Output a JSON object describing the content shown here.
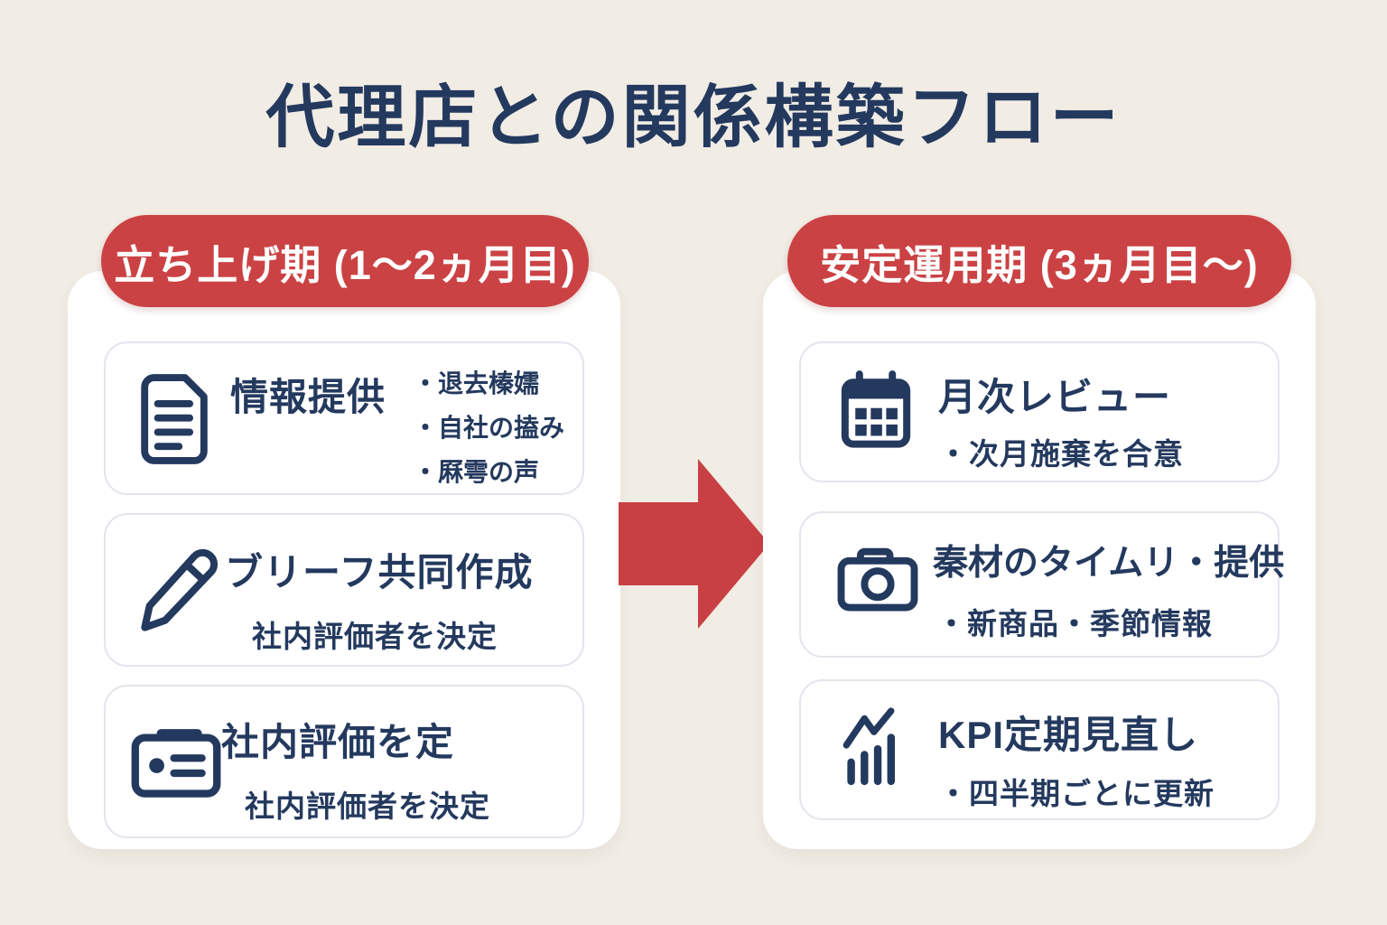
{
  "title": "代理店との関係構築フロー",
  "colors": {
    "accent_red": "#cb4244",
    "text_navy": "#24395e",
    "background": "#f1ece4",
    "card_border": "#e4e4ec"
  },
  "left": {
    "header": "立ち上げ期 (1〜2ヵ月目)",
    "cards": [
      {
        "icon": "document-icon",
        "title": "情報提供",
        "bullets": [
          "・退去榛嬬",
          "・自社の搕み",
          "・厤雩の声"
        ]
      },
      {
        "icon": "pencil-icon",
        "title": "ブリーフ共同作成",
        "subtitle": "社内評価者を決定"
      },
      {
        "icon": "id-card-icon",
        "title": "社内評価を定",
        "subtitle": "社内評価者を決定"
      }
    ]
  },
  "right": {
    "header": "安定運用期 (3ヵ月目〜)",
    "cards": [
      {
        "icon": "calendar-icon",
        "title": "月次レビュー",
        "subtitle": "・次月施棄を合意"
      },
      {
        "icon": "camera-icon",
        "title": "秦材のタイムリ・提供",
        "subtitle": "・新商品・季節情報"
      },
      {
        "icon": "chart-icon",
        "title": "KPI定期見直し",
        "subtitle": "・四半期ごとに更新"
      }
    ]
  },
  "arrow": {
    "direction": "right",
    "color": "#c84043"
  }
}
